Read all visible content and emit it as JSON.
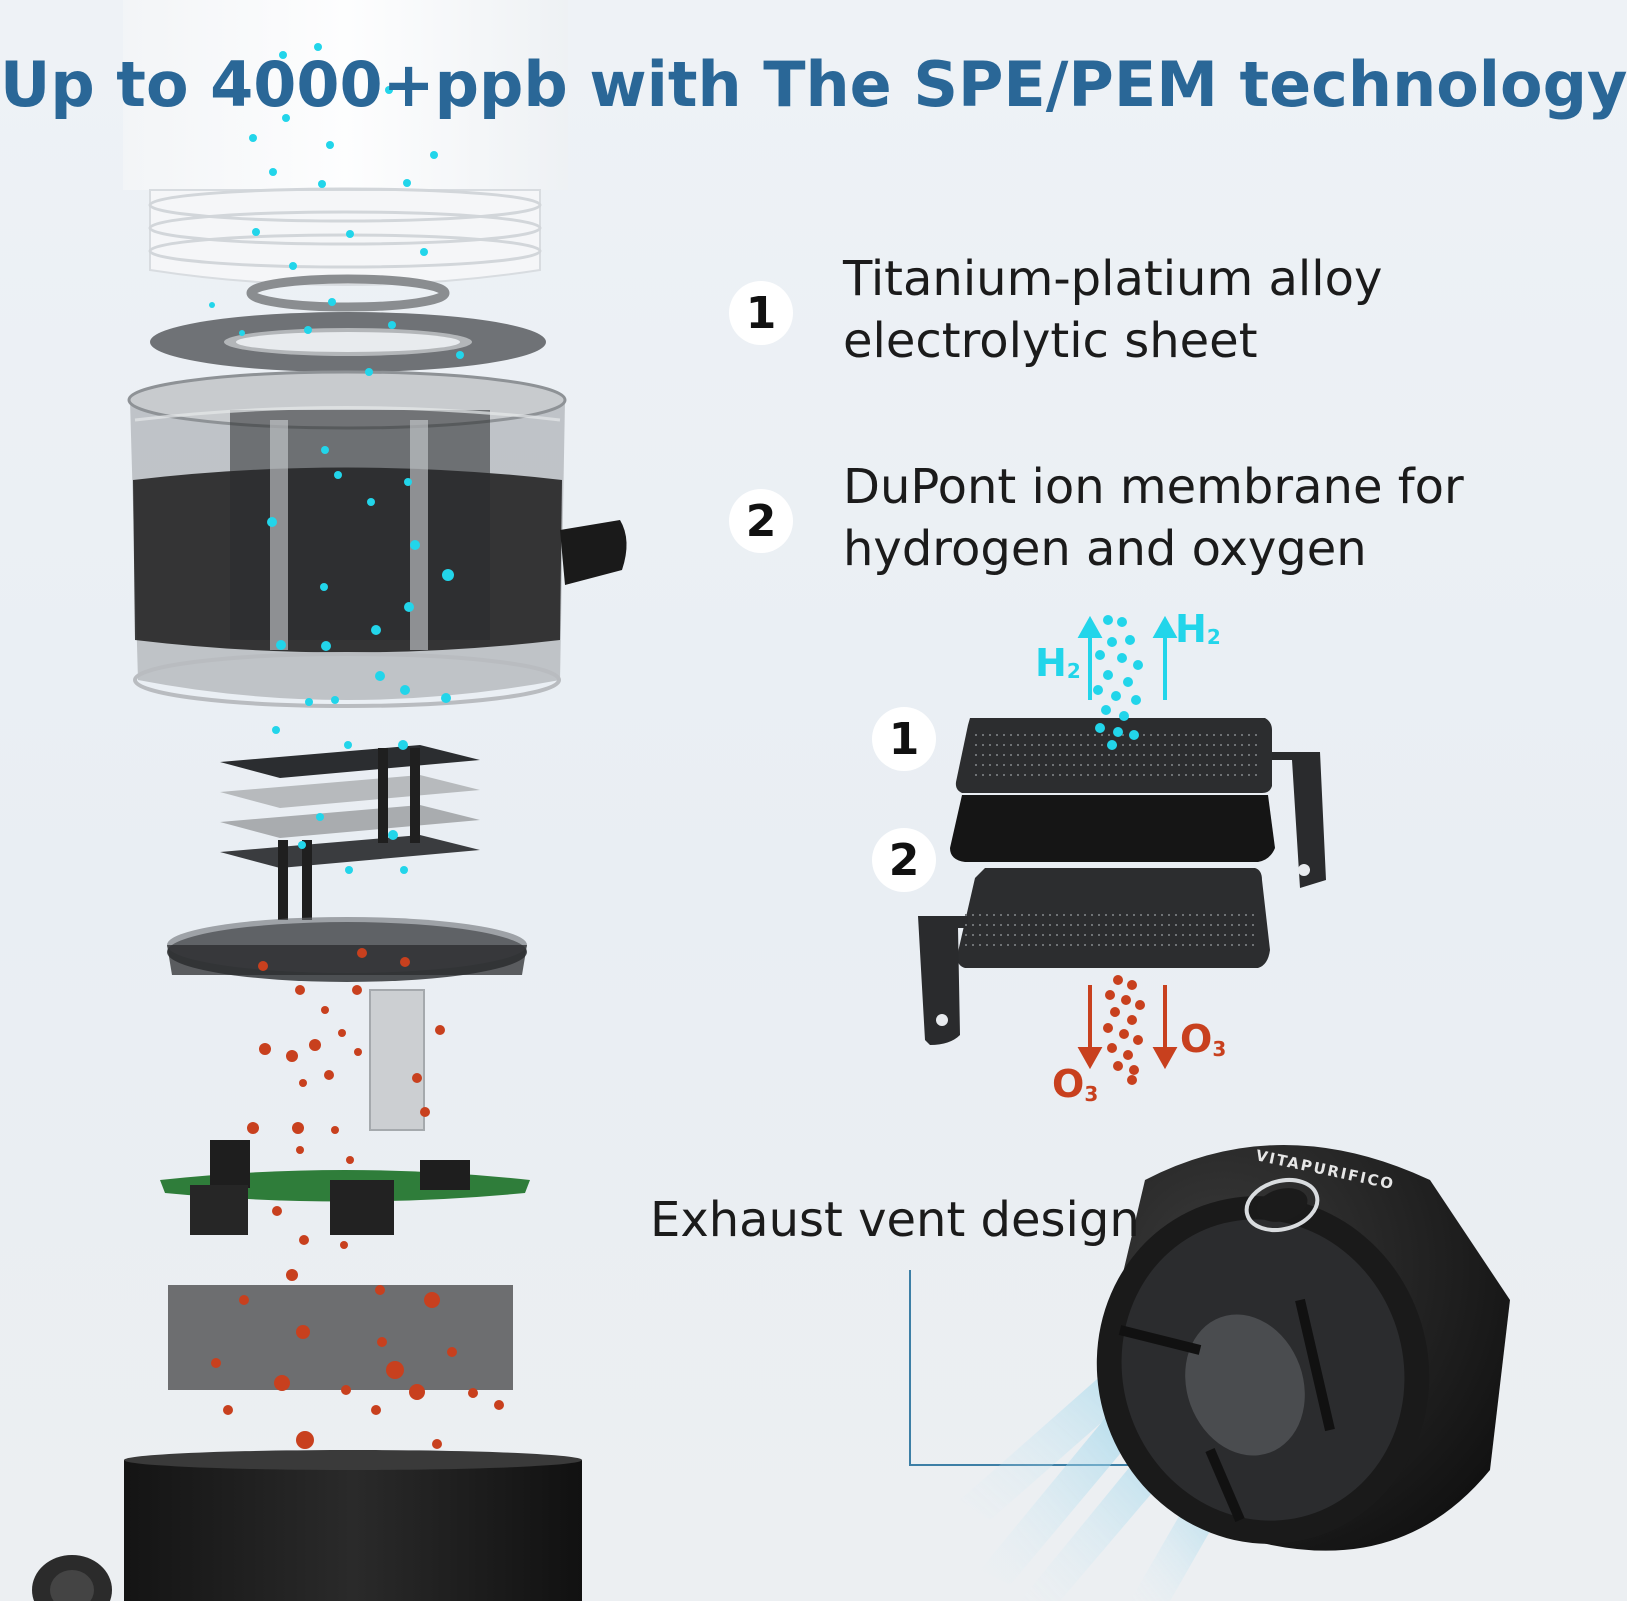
{
  "title": "Up to 4000+ppb with The SPE/PEM technology",
  "features": [
    {
      "number": "1",
      "line1": "Titanium-platium alloy",
      "line2": "electrolytic sheet"
    },
    {
      "number": "2",
      "line1": "DuPont ion membrane for",
      "line2": "hydrogen and oxygen"
    }
  ],
  "diagram": {
    "badge1": "1",
    "badge2": "2",
    "h2_left": "H",
    "h2_right": "H",
    "h2_sub": "2",
    "o3_left": "O",
    "o3_right": "O",
    "o3_sub": "3"
  },
  "exhaust_label": "Exhaust vent design",
  "brand": "VITAPURIFICO",
  "colors": {
    "title": "#2a6797",
    "hydrogen": "#1fd0e8",
    "oxygen": "#c8401e",
    "text": "#1b1b1b"
  }
}
